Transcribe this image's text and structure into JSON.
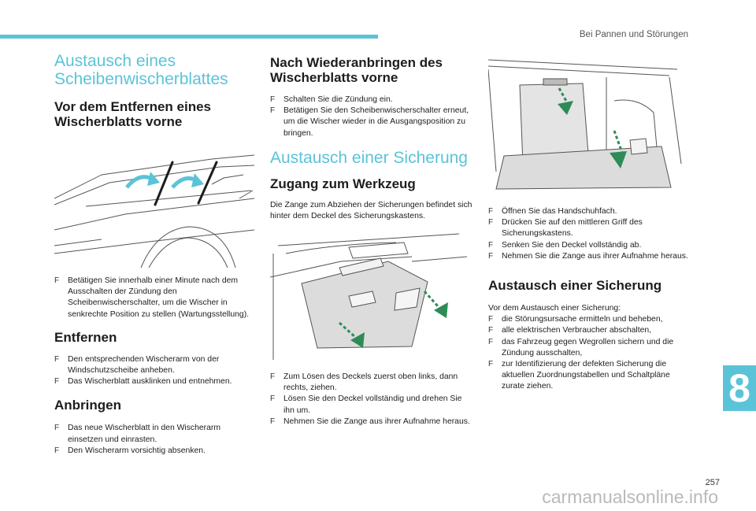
{
  "header": {
    "section_title": "Bei Pannen und Störungen",
    "chapter_number": "8",
    "page_number": "257"
  },
  "watermark": "carmanualsonline.info",
  "col1": {
    "title": "Austausch eines Scheibenwischerblattes",
    "sub1_title": "Vor dem Entfernen eines Wischerblatts vorne",
    "sub1_bullets": [
      "Betätigen Sie innerhalb einer Minute nach dem Ausschalten der Zündung den Scheibenwischerschalter, um die Wischer in senkrechte Position zu stellen (Wartungsstellung)."
    ],
    "sub2_title": "Entfernen",
    "sub2_bullets": [
      "Den entsprechenden Wischerarm von der Windschutzscheibe anheben.",
      "Das Wischerblatt ausklinken und entnehmen."
    ],
    "sub3_title": "Anbringen",
    "sub3_bullets": [
      "Das neue Wischerblatt in den Wischerarm einsetzen und einrasten.",
      "Den Wischerarm vorsichtig absenken."
    ]
  },
  "col2": {
    "sub1_title": "Nach Wiederanbringen des Wischerblatts vorne",
    "sub1_bullets": [
      "Schalten Sie die Zündung ein.",
      "Betätigen Sie den Scheibenwischerschalter erneut, um die Wischer wieder in die Ausgangsposition zu bringen."
    ],
    "title2": "Austausch einer Sicherung",
    "sub2_title": "Zugang zum Werkzeug",
    "sub2_text": "Die Zange zum Abziehen der Sicherungen befindet sich hinter dem Deckel des Sicherungskastens.",
    "sub2_bullets": [
      "Zum Lösen des Deckels zuerst oben links, dann rechts, ziehen.",
      "Lösen Sie den Deckel vollständig und drehen Sie ihn um.",
      "Nehmen Sie die Zange aus ihrer Aufnahme heraus."
    ]
  },
  "col3": {
    "bullets1": [
      "Öffnen Sie das Handschuhfach.",
      "Drücken Sie auf den mittleren Griff des Sicherungskastens.",
      "Senken Sie den Deckel vollständig ab.",
      "Nehmen Sie die Zange aus ihrer Aufnahme heraus."
    ],
    "sub_title": "Austausch einer Sicherung",
    "intro": "Vor dem Austausch einer Sicherung:",
    "bullets2": [
      "die Störungsursache ermitteln und beheben,",
      "alle elektrischen Verbraucher abschalten,",
      "das Fahrzeug gegen Wegrollen sichern und die Zündung ausschalten,",
      "zur Identifizierung der defekten Sicherung die aktuellen Zuordnungstabellen und Schaltpläne zurate ziehen."
    ]
  },
  "colors": {
    "accent": "#5bc3d8",
    "arrow_green": "#2e8b57"
  }
}
